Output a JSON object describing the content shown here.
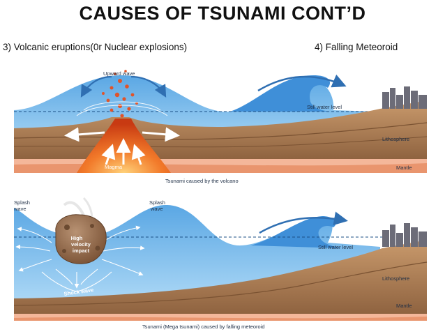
{
  "slide": {
    "title": "CAUSES OF TSUNAMI CONT’D",
    "subtitle_left": "3) Volcanic eruptions(0r Nuclear explosions)",
    "subtitle_right": "4) Falling Meteoroid"
  },
  "volcano_panel": {
    "labels": {
      "upward_wave": "Upward wave",
      "still_water": "Still water level",
      "lithosphere": "Lithosphere",
      "mantle": "Mantle",
      "magma": "Magma"
    },
    "caption": "Tsunami caused by the volcano"
  },
  "meteor_panel": {
    "labels": {
      "splash_left_1": "Splash",
      "splash_left_2": "wave",
      "splash_mid_1": "Splash",
      "splash_mid_2": "wave",
      "impact_1": "High",
      "impact_2": "velocity",
      "impact_3": "impact",
      "shock": "Shock wave",
      "still_water": "Still water level",
      "lithosphere": "Lithosphere",
      "mantle": "Mantle"
    },
    "caption": "Tsunami (Mega tsunami) caused by falling meteoroid"
  },
  "colors": {
    "water": "#4a9ede",
    "water_light": "#a9d6f5",
    "crust": "#b3845a",
    "crust_dark": "#8a5f3a",
    "mantle": "#f2a98a",
    "magma": "#e8541e",
    "arrow": "#2f6fb2"
  }
}
